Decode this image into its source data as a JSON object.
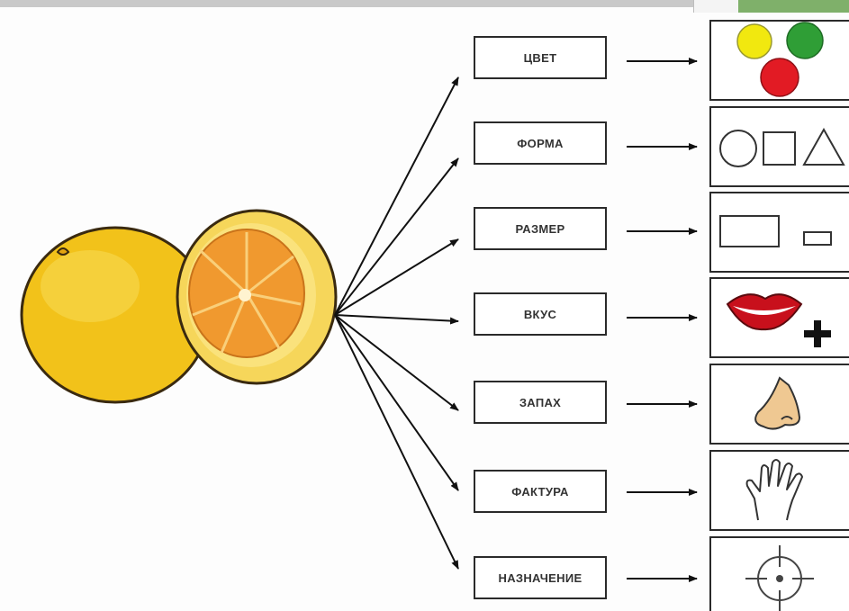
{
  "colors": {
    "fruit_fill": "#f2c21a",
    "fruit_pulp": "#f0992f",
    "dot_yellow": "#f1e80f",
    "dot_green": "#2f9e36",
    "dot_red": "#e21b24",
    "nose_fill": "#efc892",
    "lips": "#c8101c"
  },
  "diagram": {
    "central_image": "grapefruit-with-cut-half",
    "properties": [
      {
        "label": "ЦВЕТ",
        "icon": "color-dots-icon"
      },
      {
        "label": "ФОРМА",
        "icon": "shapes-icon"
      },
      {
        "label": "РАЗМЕР",
        "icon": "size-rectangles-icon"
      },
      {
        "label": "ВКУС",
        "icon": "lips-plus-icon"
      },
      {
        "label": "ЗАПАХ",
        "icon": "nose-icon"
      },
      {
        "label": "ФАКТУРА",
        "icon": "hand-icon"
      },
      {
        "label": "НАЗНАЧЕНИЕ",
        "icon": "target-icon"
      }
    ]
  }
}
